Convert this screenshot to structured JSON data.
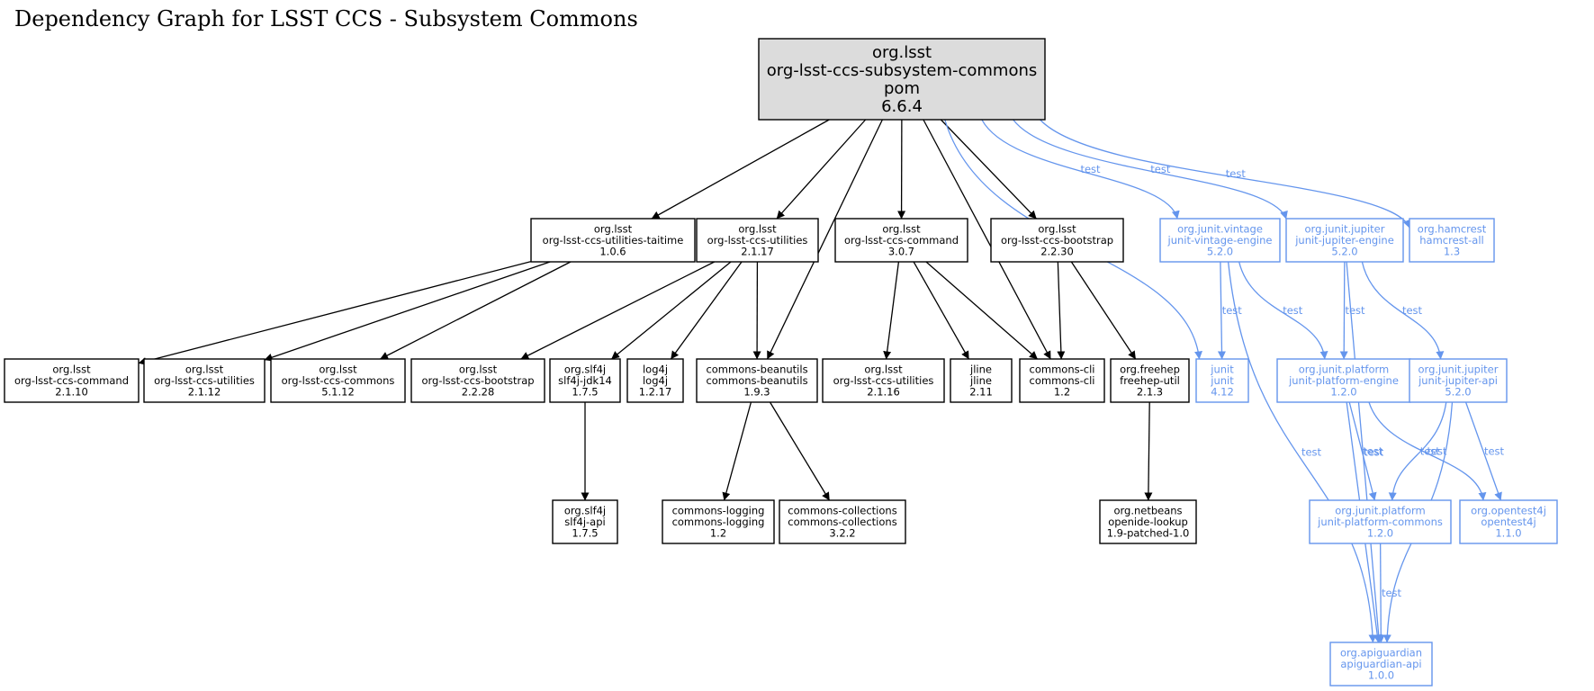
{
  "title": "Dependency Graph for LSST CCS - Subsystem Commons",
  "colors": {
    "compile": "#000000",
    "test": "#6495ed",
    "root_fill": "#dcdcdc"
  },
  "nodes": [
    {
      "id": "root",
      "lines": [
        "org.lsst",
        "org-lsst-ccs-subsystem-commons",
        "pom",
        "6.6.4"
      ],
      "scope": "root"
    },
    {
      "id": "util_taitime",
      "lines": [
        "org.lsst",
        "org-lsst-ccs-utilities-taitime",
        "1.0.6"
      ],
      "scope": "compile"
    },
    {
      "id": "util_2117",
      "lines": [
        "org.lsst",
        "org-lsst-ccs-utilities",
        "2.1.17"
      ],
      "scope": "compile"
    },
    {
      "id": "command_307",
      "lines": [
        "org.lsst",
        "org-lsst-ccs-command",
        "3.0.7"
      ],
      "scope": "compile"
    },
    {
      "id": "bootstrap_2230",
      "lines": [
        "org.lsst",
        "org-lsst-ccs-bootstrap",
        "2.2.30"
      ],
      "scope": "compile"
    },
    {
      "id": "vintage_engine",
      "lines": [
        "org.junit.vintage",
        "junit-vintage-engine",
        "5.2.0"
      ],
      "scope": "test"
    },
    {
      "id": "jupiter_engine",
      "lines": [
        "org.junit.jupiter",
        "junit-jupiter-engine",
        "5.2.0"
      ],
      "scope": "test"
    },
    {
      "id": "hamcrest",
      "lines": [
        "org.hamcrest",
        "hamcrest-all",
        "1.3"
      ],
      "scope": "test"
    },
    {
      "id": "command_2110",
      "lines": [
        "org.lsst",
        "org-lsst-ccs-command",
        "2.1.10"
      ],
      "scope": "compile"
    },
    {
      "id": "util_2112",
      "lines": [
        "org.lsst",
        "org-lsst-ccs-utilities",
        "2.1.12"
      ],
      "scope": "compile"
    },
    {
      "id": "commons_5112",
      "lines": [
        "org.lsst",
        "org-lsst-ccs-commons",
        "5.1.12"
      ],
      "scope": "compile"
    },
    {
      "id": "bootstrap_2228",
      "lines": [
        "org.lsst",
        "org-lsst-ccs-bootstrap",
        "2.2.28"
      ],
      "scope": "compile"
    },
    {
      "id": "slf4j_jdk14",
      "lines": [
        "org.slf4j",
        "slf4j-jdk14",
        "1.7.5"
      ],
      "scope": "compile"
    },
    {
      "id": "log4j",
      "lines": [
        "log4j",
        "log4j",
        "1.2.17"
      ],
      "scope": "compile"
    },
    {
      "id": "beanutils",
      "lines": [
        "commons-beanutils",
        "commons-beanutils",
        "1.9.3"
      ],
      "scope": "compile"
    },
    {
      "id": "util_2116",
      "lines": [
        "org.lsst",
        "org-lsst-ccs-utilities",
        "2.1.16"
      ],
      "scope": "compile"
    },
    {
      "id": "jline",
      "lines": [
        "jline",
        "jline",
        "2.11"
      ],
      "scope": "compile"
    },
    {
      "id": "commons_cli",
      "lines": [
        "commons-cli",
        "commons-cli",
        "1.2"
      ],
      "scope": "compile"
    },
    {
      "id": "freehep",
      "lines": [
        "org.freehep",
        "freehep-util",
        "2.1.3"
      ],
      "scope": "compile"
    },
    {
      "id": "junit",
      "lines": [
        "junit",
        "junit",
        "4.12"
      ],
      "scope": "test"
    },
    {
      "id": "platform_engine",
      "lines": [
        "org.junit.platform",
        "junit-platform-engine",
        "1.2.0"
      ],
      "scope": "test"
    },
    {
      "id": "jupiter_api",
      "lines": [
        "org.junit.jupiter",
        "junit-jupiter-api",
        "5.2.0"
      ],
      "scope": "test"
    },
    {
      "id": "slf4j_api",
      "lines": [
        "org.slf4j",
        "slf4j-api",
        "1.7.5"
      ],
      "scope": "compile"
    },
    {
      "id": "commons_logging",
      "lines": [
        "commons-logging",
        "commons-logging",
        "1.2"
      ],
      "scope": "compile"
    },
    {
      "id": "commons_collections",
      "lines": [
        "commons-collections",
        "commons-collections",
        "3.2.2"
      ],
      "scope": "compile"
    },
    {
      "id": "openide",
      "lines": [
        "org.netbeans",
        "openide-lookup",
        "1.9-patched-1.0"
      ],
      "scope": "compile"
    },
    {
      "id": "platform_commons",
      "lines": [
        "org.junit.platform",
        "junit-platform-commons",
        "1.2.0"
      ],
      "scope": "test"
    },
    {
      "id": "opentest4j",
      "lines": [
        "org.opentest4j",
        "opentest4j",
        "1.1.0"
      ],
      "scope": "test"
    },
    {
      "id": "apiguardian",
      "lines": [
        "org.apiguardian",
        "apiguardian-api",
        "1.0.0"
      ],
      "scope": "test"
    }
  ],
  "edges": [
    {
      "from": "root",
      "to": "util_taitime",
      "label": ""
    },
    {
      "from": "root",
      "to": "util_2117",
      "label": ""
    },
    {
      "from": "root",
      "to": "beanutils",
      "label": ""
    },
    {
      "from": "root",
      "to": "command_307",
      "label": ""
    },
    {
      "from": "root",
      "to": "commons_cli",
      "label": ""
    },
    {
      "from": "root",
      "to": "bootstrap_2230",
      "label": ""
    },
    {
      "from": "root",
      "to": "junit",
      "label": "test"
    },
    {
      "from": "root",
      "to": "vintage_engine",
      "label": "test"
    },
    {
      "from": "root",
      "to": "jupiter_engine",
      "label": "test"
    },
    {
      "from": "root",
      "to": "hamcrest",
      "label": "test"
    },
    {
      "from": "util_taitime",
      "to": "command_2110",
      "label": ""
    },
    {
      "from": "util_taitime",
      "to": "util_2112",
      "label": ""
    },
    {
      "from": "util_taitime",
      "to": "commons_5112",
      "label": ""
    },
    {
      "from": "util_2117",
      "to": "bootstrap_2228",
      "label": ""
    },
    {
      "from": "util_2117",
      "to": "slf4j_jdk14",
      "label": ""
    },
    {
      "from": "util_2117",
      "to": "log4j",
      "label": ""
    },
    {
      "from": "util_2117",
      "to": "beanutils",
      "label": ""
    },
    {
      "from": "command_307",
      "to": "util_2116",
      "label": ""
    },
    {
      "from": "command_307",
      "to": "jline",
      "label": ""
    },
    {
      "from": "command_307",
      "to": "commons_cli",
      "label": ""
    },
    {
      "from": "bootstrap_2230",
      "to": "commons_cli",
      "label": ""
    },
    {
      "from": "bootstrap_2230",
      "to": "freehep",
      "label": ""
    },
    {
      "from": "vintage_engine",
      "to": "junit",
      "label": "test"
    },
    {
      "from": "vintage_engine",
      "to": "platform_engine",
      "label": "test"
    },
    {
      "from": "vintage_engine",
      "to": "apiguardian",
      "label": "test"
    },
    {
      "from": "jupiter_engine",
      "to": "platform_engine",
      "label": "test"
    },
    {
      "from": "jupiter_engine",
      "to": "jupiter_api",
      "label": "test"
    },
    {
      "from": "jupiter_engine",
      "to": "apiguardian",
      "label": "test"
    },
    {
      "from": "slf4j_jdk14",
      "to": "slf4j_api",
      "label": ""
    },
    {
      "from": "beanutils",
      "to": "commons_logging",
      "label": ""
    },
    {
      "from": "beanutils",
      "to": "commons_collections",
      "label": ""
    },
    {
      "from": "freehep",
      "to": "openide",
      "label": ""
    },
    {
      "from": "platform_engine",
      "to": "platform_commons",
      "label": "test"
    },
    {
      "from": "platform_engine",
      "to": "opentest4j",
      "label": "test"
    },
    {
      "from": "platform_engine",
      "to": "apiguardian",
      "label": "test"
    },
    {
      "from": "jupiter_api",
      "to": "platform_commons",
      "label": "test"
    },
    {
      "from": "jupiter_api",
      "to": "opentest4j",
      "label": "test"
    },
    {
      "from": "jupiter_api",
      "to": "apiguardian",
      "label": "test"
    },
    {
      "from": "platform_commons",
      "to": "apiguardian",
      "label": "test"
    }
  ]
}
